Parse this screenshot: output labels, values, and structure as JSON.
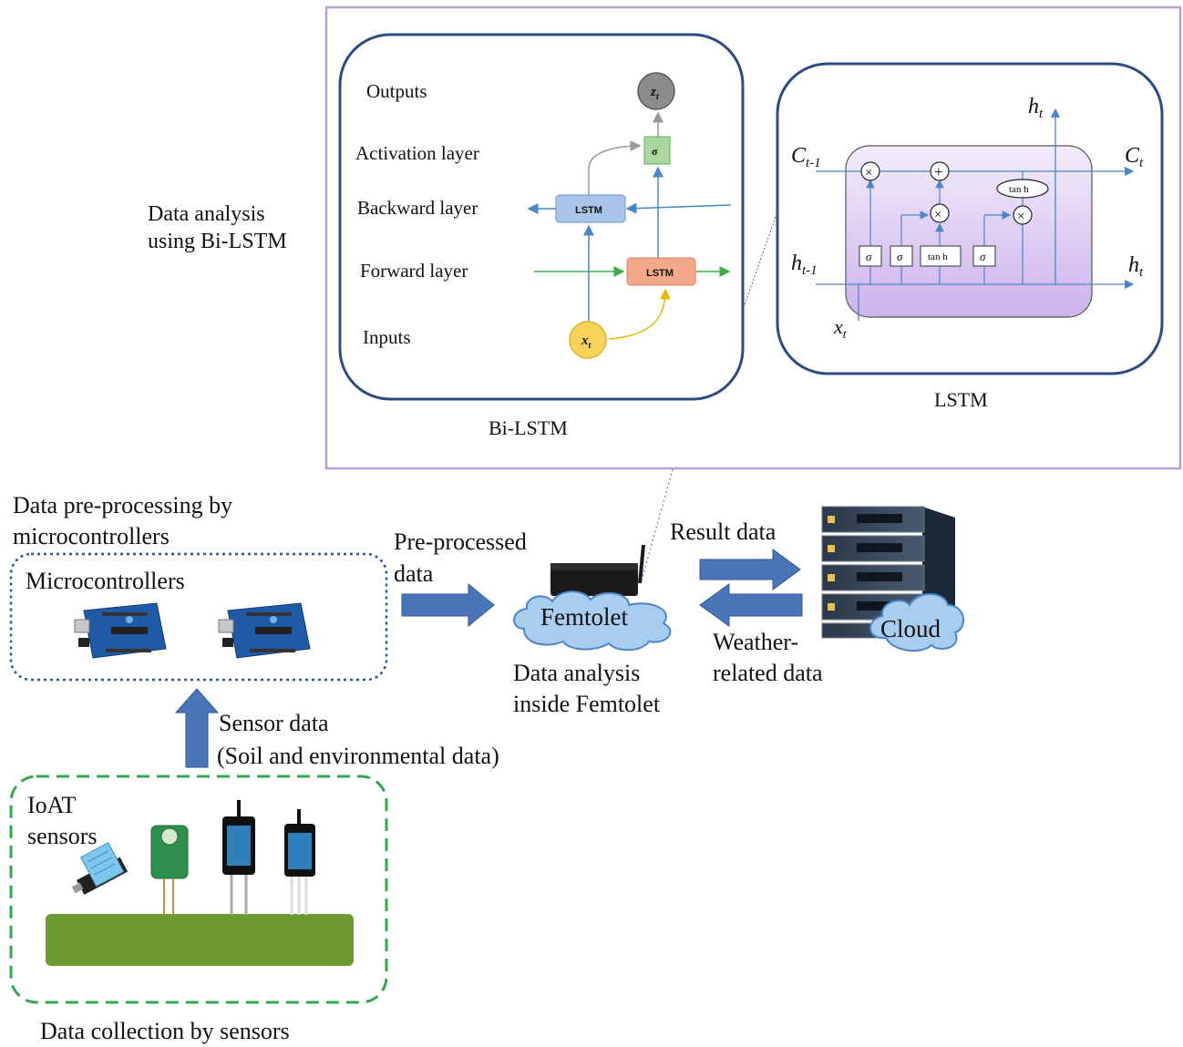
{
  "bilstm": {
    "title": "Bi-LSTM",
    "layers": {
      "outputs": "Outputs",
      "activation": "Activation layer",
      "backward": "Backward layer",
      "forward": "Forward layer",
      "inputs": "Inputs"
    },
    "nodes": {
      "output": "z",
      "output_sub": "t",
      "activation": "σ",
      "backward": "LSTM",
      "forward": "LSTM",
      "input": "x",
      "input_sub": "t"
    }
  },
  "lstm": {
    "title": "LSTM",
    "labels": {
      "h_top": "h",
      "h_top_sub": "t",
      "c_prev": "C",
      "c_prev_sub": "t-1",
      "c_out": "C",
      "c_out_sub": "t",
      "h_prev": "h",
      "h_prev_sub": "t-1",
      "h_out": "h",
      "h_out_sub": "t",
      "x_in": "x",
      "x_in_sub": "t"
    },
    "ops": {
      "mult": "×",
      "add": "+",
      "sigma": "σ",
      "tanh": "tan h"
    }
  },
  "analysis_label": [
    "Data analysis",
    "using Bi-LSTM"
  ],
  "preprocessing": {
    "caption": [
      "Data pre-processing by",
      "microcontrollers"
    ],
    "box_title": "Microcontrollers"
  },
  "flows": {
    "preprocessed": [
      "Pre-processed",
      "data"
    ],
    "result": "Result data",
    "weather": [
      "Weather-",
      "related data"
    ],
    "sensor": [
      "Sensor data",
      "(Soil and environmental data)"
    ]
  },
  "femtolet": {
    "label": "Femtolet",
    "caption": [
      "Data analysis",
      "inside Femtolet"
    ]
  },
  "cloud": {
    "label": "Cloud"
  },
  "sensors": {
    "title": [
      "IoAT",
      "sensors"
    ],
    "caption": "Data collection by sensors"
  },
  "colors": {
    "purple_frame": "#b49fd0",
    "navy_box": "#2f4a80",
    "arrow_blue": "#4a76b8",
    "green_dash": "#2fa84f",
    "dotted_blue": "#2f5597",
    "soil_green": "#6f9a33",
    "lstm_gate_fill": "#d9c6f0",
    "backward_lstm": "#a9c5ea",
    "forward_lstm": "#f4a98a",
    "activation_node": "#a8d8a0",
    "input_node": "#f8d35a",
    "output_node": "#8c8c8c"
  }
}
